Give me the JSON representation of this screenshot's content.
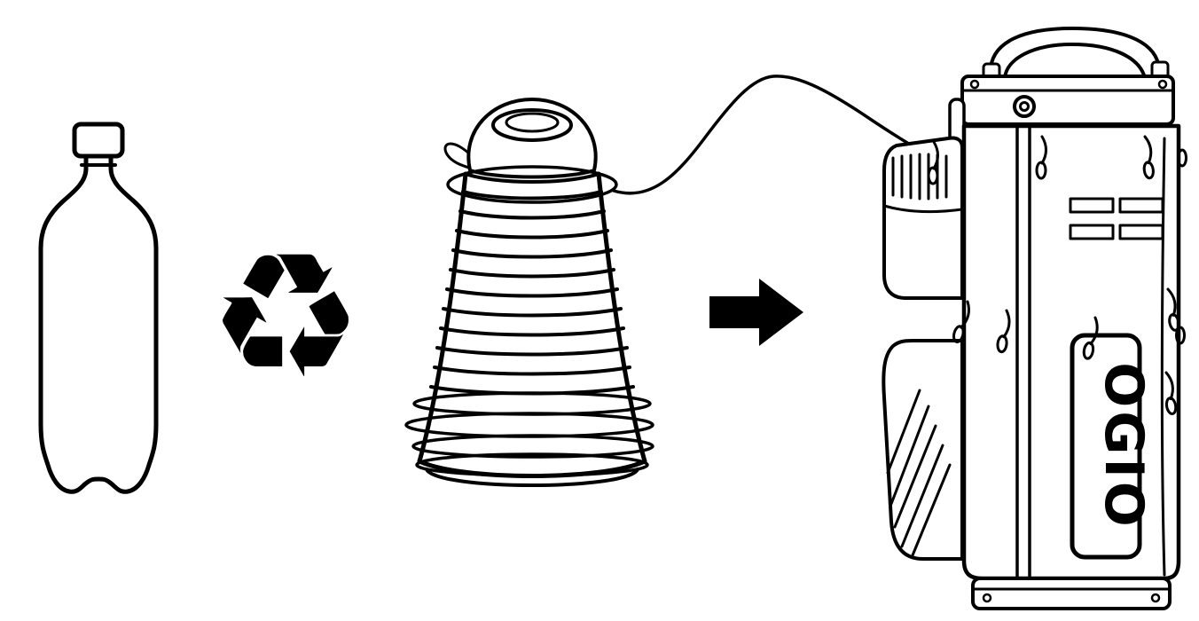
{
  "page": {
    "background_color": "#ffffff",
    "line_color": "#000000"
  },
  "diagram": {
    "brand": "OGIO",
    "recycle_glyph": "♻",
    "steps": [
      {
        "id": "plastic-bottle",
        "icon": "plastic-bottle-icon"
      },
      {
        "id": "recycle-symbol",
        "icon": "recycle-icon"
      },
      {
        "id": "recycled-thread-cone",
        "icon": "thread-cone-icon"
      },
      {
        "id": "arrow-right",
        "icon": "arrow-right-icon"
      },
      {
        "id": "golf-bag",
        "icon": "golf-bag-icon",
        "brand_label": "OGIO"
      }
    ]
  }
}
